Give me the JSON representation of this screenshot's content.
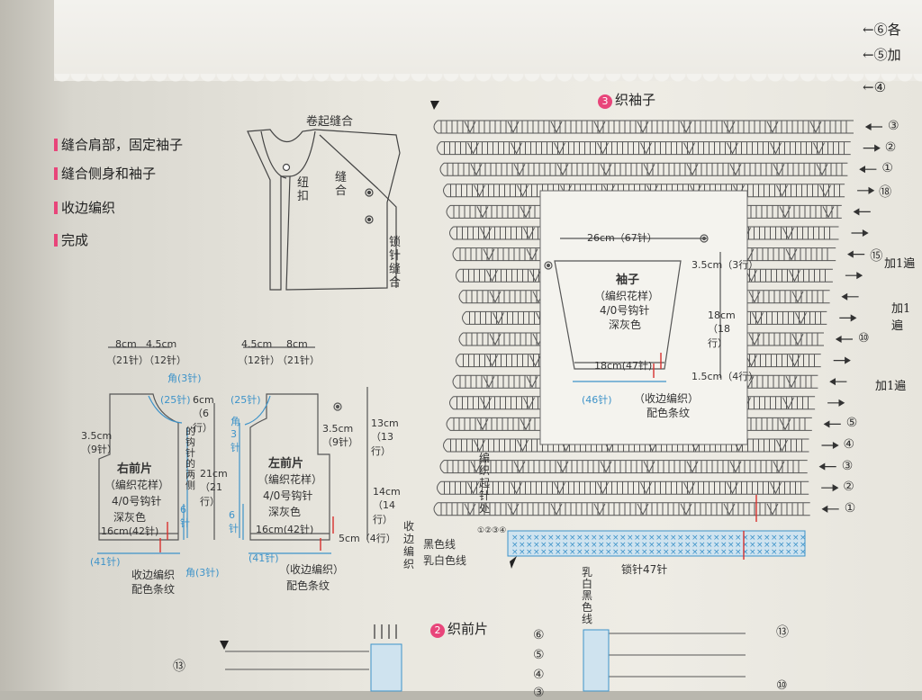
{
  "steps": [
    "缝合肩部，固定袖子",
    "缝合侧身和袖子",
    "收边编织",
    "完成"
  ],
  "assembly": {
    "top_label": "卷起缝合",
    "button_label": "纽扣",
    "side_label": "缝合",
    "lock_label": "锁针缝合"
  },
  "right_front": {
    "title": "右前片",
    "pattern": "（编织花样）",
    "hook": "4/0号钩针",
    "color": "深灰色",
    "width_label": "16cm(42针)",
    "top_dims": [
      "8cm",
      "4.5cm"
    ],
    "top_counts": [
      "（21针）",
      "（12针）"
    ],
    "corner": "角(3针)",
    "left_edge": "3.5cm（9针）",
    "mid": "21cm（21行）",
    "height": "6cm（6行）",
    "blue_25": "(25针)",
    "blue_41": "(41针)",
    "blue_6": "6针",
    "edge_note": "收边编织",
    "stripe": "配色条纹",
    "side_note": "的钩针的两侧"
  },
  "left_front": {
    "title": "左前片",
    "pattern": "（编织花样）",
    "hook": "4/0号钩针",
    "color": "深灰色",
    "width_label": "16cm(42针)",
    "top_dims": [
      "4.5cm",
      "8cm"
    ],
    "top_counts": [
      "（12针）",
      "（21针）"
    ],
    "corner": "角3针",
    "btn_dim": "3.5cm（9针）",
    "h1": "13cm（13行）",
    "h2": "14cm（14行）",
    "h3": "5cm（4行）",
    "blue_25": "(25针)",
    "blue_41": "(41针)",
    "blue_6": "6针",
    "edge_note": "（收边编织）",
    "stripe": "配色条纹"
  },
  "sleeve_chart": {
    "title_num": "3",
    "title": "织袖子",
    "start_label": "编织起针处",
    "yarn_black": "黑色线",
    "yarn_white": "乳白色线",
    "edge_side": "收边编织",
    "chain_note": "锁针47针",
    "row_labels_right": [
      "③",
      "②",
      "①",
      "⑱",
      "",
      "",
      "⑮",
      "",
      "",
      "",
      "⑩",
      "",
      "",
      "",
      "⑤",
      "④",
      "③",
      "②",
      "①"
    ],
    "border_nums": [
      "①",
      "②",
      "③",
      "④"
    ]
  },
  "sleeve_schematic": {
    "title": "袖子",
    "pattern": "（编织花样）",
    "hook": "4/0号钩针",
    "color": "深灰色",
    "top": "26cm（67针）",
    "h_top": "3.5cm（3行）",
    "h_mid": "18cm（18行）",
    "h_bot": "1.5cm（4行）",
    "bottom": "18cm(47针)",
    "blue": "(46针)",
    "edge_note": "（收边编织）",
    "stripe": "配色条纹"
  },
  "front_chart": {
    "title_num": "2",
    "title": "织前片",
    "left_row": "⑬",
    "yarn_vertical": "乳白黑色线",
    "rows_left": [
      "⑥",
      "⑤",
      "④",
      "③"
    ],
    "rows_right": [
      "⑬",
      "",
      "",
      "⑩"
    ]
  },
  "handwriting": {
    "top_right": [
      "←⑥各",
      "←⑤加"
    ],
    "arrow_four": "←④",
    "notes": [
      "加1遍",
      "加1遍",
      "加1遍"
    ]
  },
  "colors": {
    "pink": "#e8457a",
    "blue": "#3e93c9",
    "red": "#d8312f",
    "ink": "#333333"
  }
}
